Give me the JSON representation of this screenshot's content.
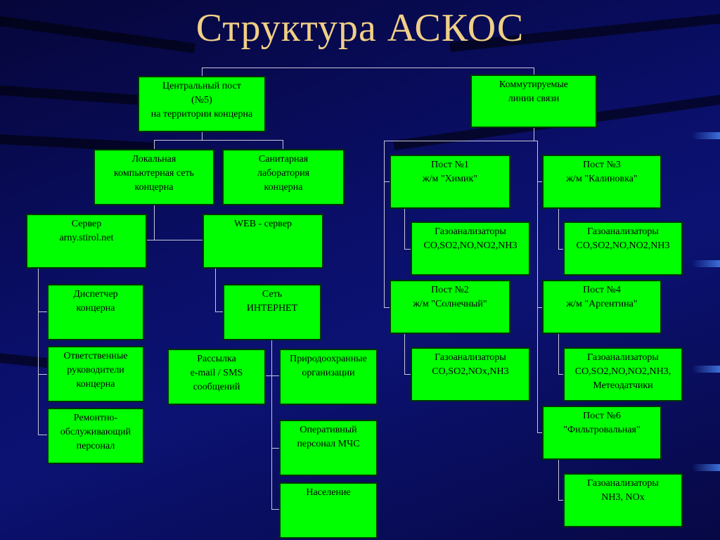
{
  "title": "Структура АСКОС",
  "boxes": {
    "central": "Центральный пост\n(№5)\nна территории концерна",
    "comm": "Коммутируемые\nлинии связи",
    "lan": "Локальная\nкомпьютерная сеть\nконцерна",
    "lab": "Санитарная\nлаборатория\nконцерна",
    "server": "Сервер\narny.stirol.net",
    "web": "WEB - сервер",
    "dispatcher": "Диспетчер\nконцерна",
    "managers": "Ответственные\nруководители\nконцерна",
    "repair": "Ремонтно-\nобслуживающий\nперсонал",
    "internet": "Сеть\nИНТЕРНЕТ",
    "mailing": "Рассылка\ne-mail / SMS\nсообщений",
    "eco": "Природоохранные\nорганизации",
    "mchs": "Оперативный\nперсонал МЧС",
    "population": "Население",
    "post1": "Пост №1\nж/м \"Химик\"",
    "gas1": "Газоанализаторы\nCO,SO2,NO,NO2,NH3",
    "post2": "Пост №2\nж/м \"Солнечный\"",
    "gas2": "Газоанализаторы\nCO,SO2,NOx,NH3",
    "post3": "Пост №3\nж/м \"Калиновка\"",
    "gas3": "Газоанализаторы\nCO,SO2,NO,NO2,NH3",
    "post4": "Пост №4\nж/м \"Аргентина\"",
    "gas4": "Газоанализаторы\nCO,SO2,NO,NO2,NH3,\nМетеодатчики",
    "post6": "Пост №6\n\"Фильтровальная\"",
    "gas6": "Газоанализаторы\nNH3, NOx"
  }
}
